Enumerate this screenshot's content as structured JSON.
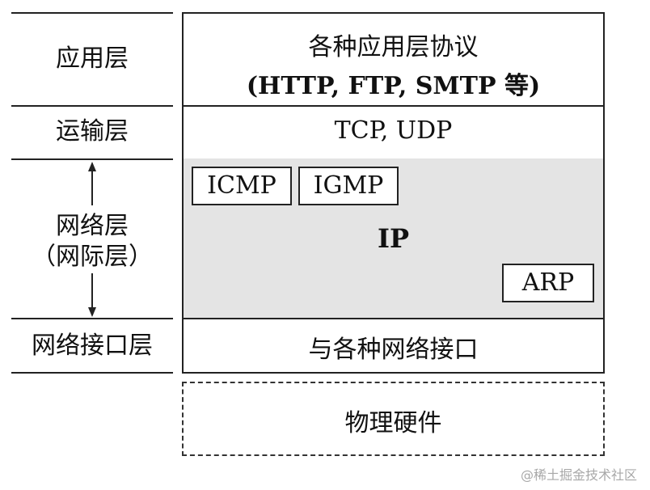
{
  "layers": {
    "application": "应用层",
    "transport": "运输层",
    "network_line1": "网络层",
    "network_line2": "（网际层）",
    "interface": "网络接口层"
  },
  "stack": {
    "application_line1": "各种应用层协议",
    "application_line2": "(HTTP, FTP, SMTP 等)",
    "transport": "TCP, UDP",
    "network_center": "IP",
    "network_boxes": [
      "ICMP",
      "IGMP",
      "ARP"
    ],
    "interface": "与各种网络接口",
    "physical": "物理硬件"
  },
  "watermark": "@稀土掘金技术社区"
}
